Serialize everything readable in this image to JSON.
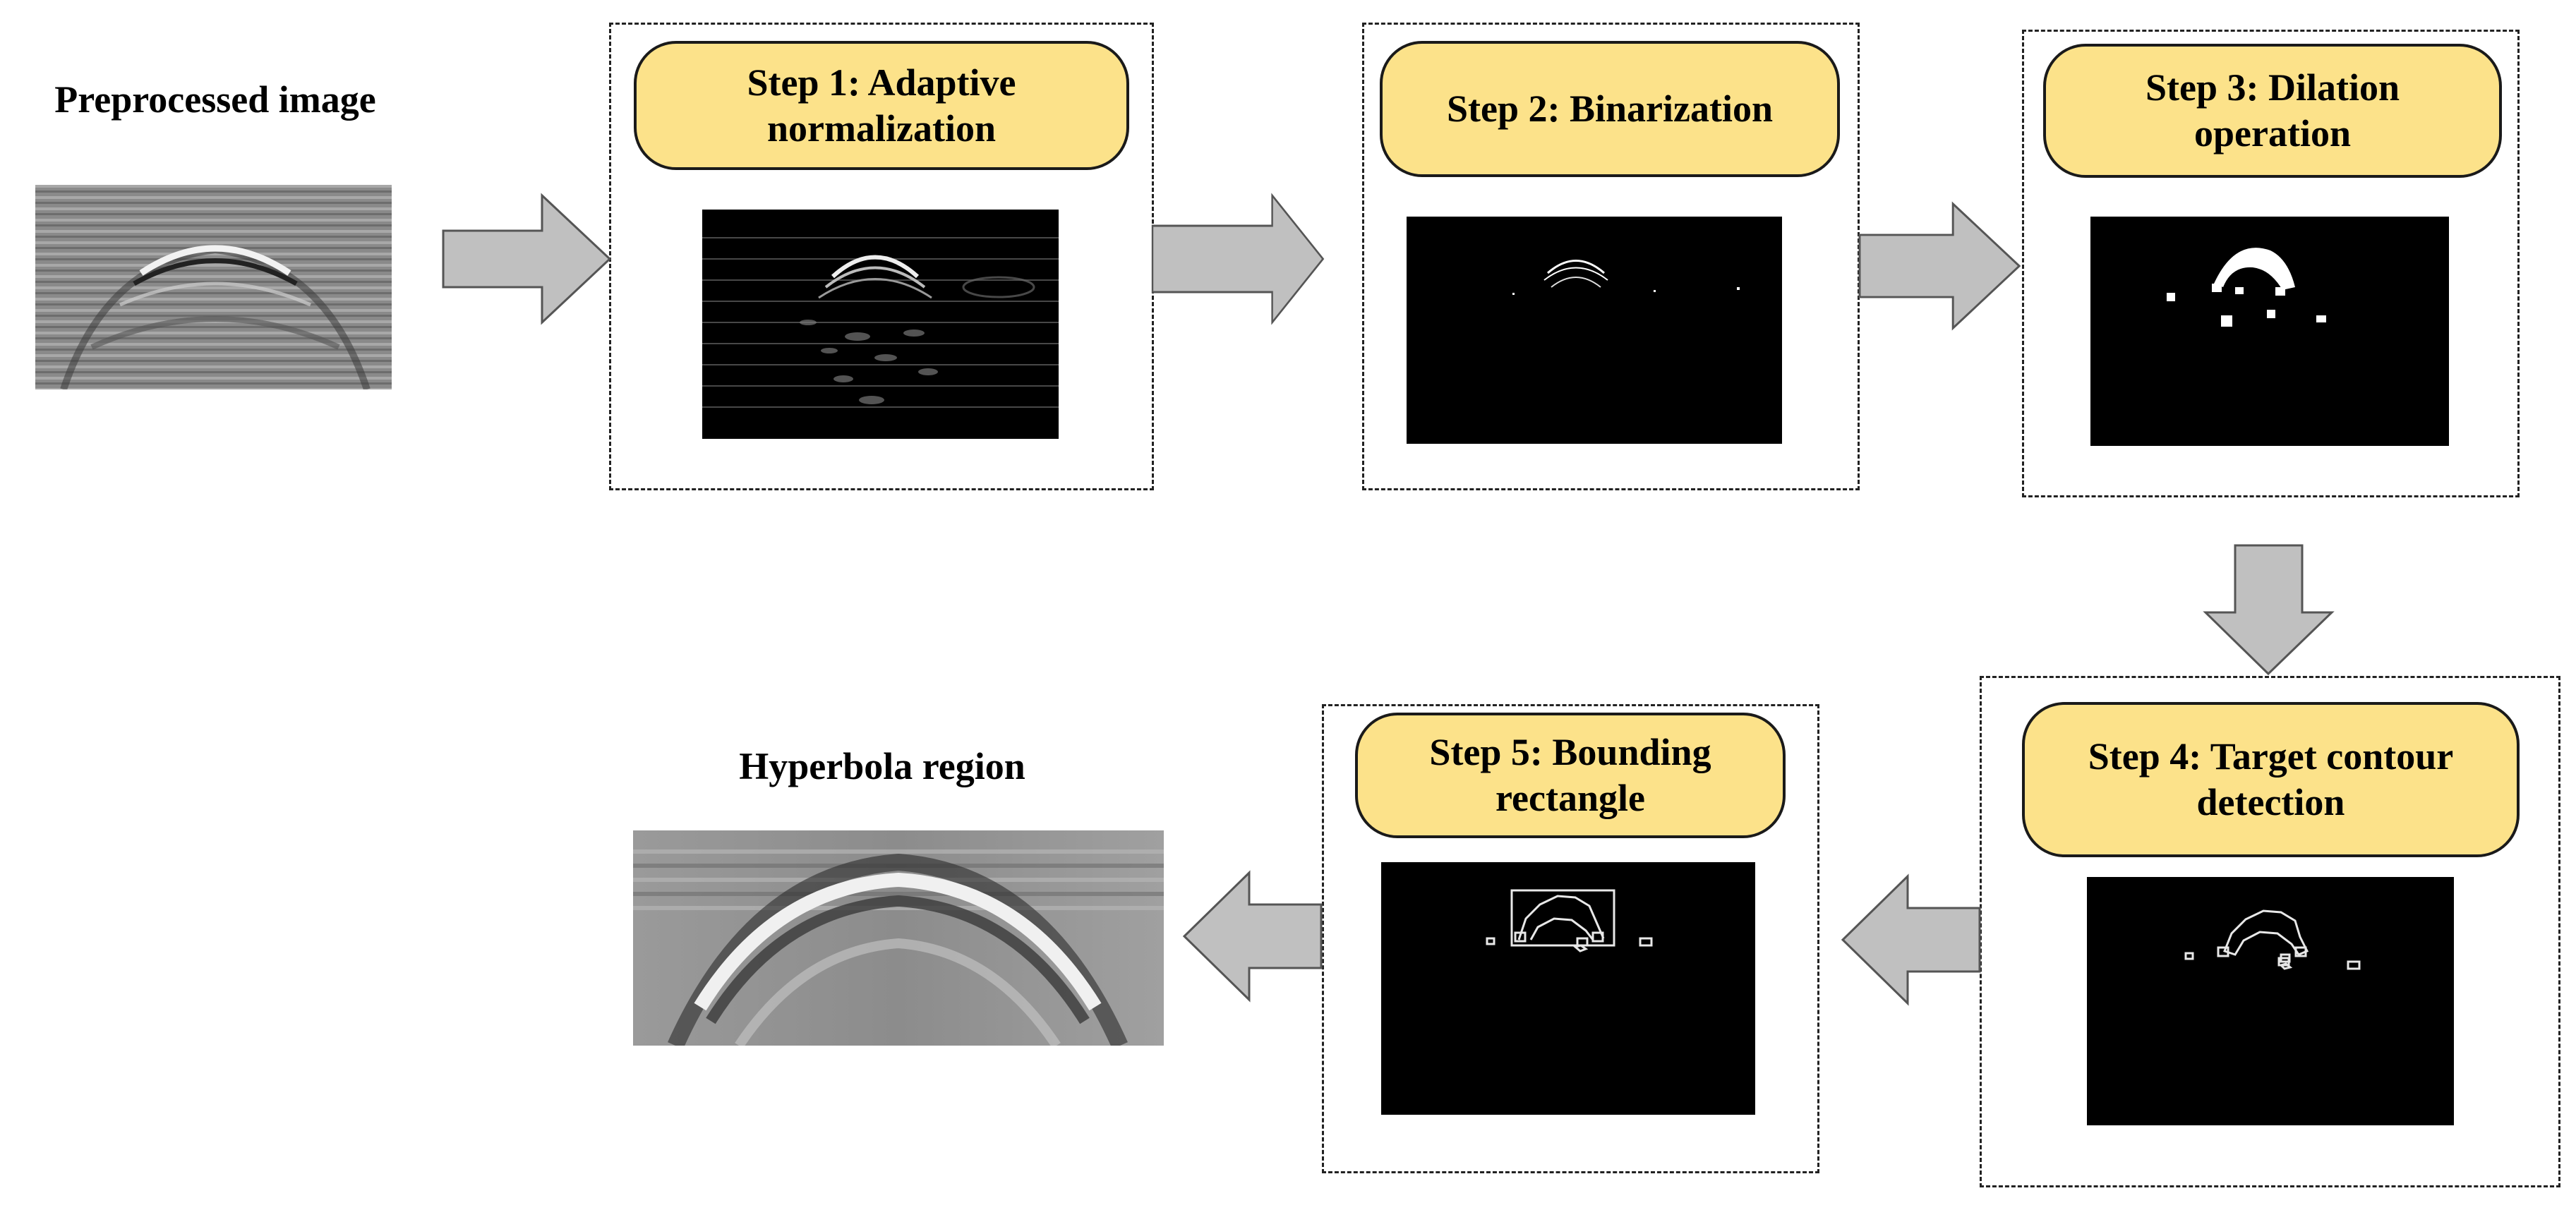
{
  "diagram": {
    "input_label": "Preprocessed image",
    "output_label": "Hyperbola region",
    "steps": [
      {
        "title_line1": "Step 1: Adaptive",
        "title_line2": "normalization"
      },
      {
        "title_line1": "Step 2: Binarization",
        "title_line2": ""
      },
      {
        "title_line1": "Step 3: Dilation",
        "title_line2": "operation"
      },
      {
        "title_line1": "Step 4: Target contour",
        "title_line2": "detection"
      },
      {
        "title_line1": "Step 5: Bounding",
        "title_line2": "rectangle"
      }
    ]
  },
  "colors": {
    "step_title_fill": "#fce28a",
    "arrow_fill": "#c0c0c0",
    "panel_background": "#000000"
  }
}
